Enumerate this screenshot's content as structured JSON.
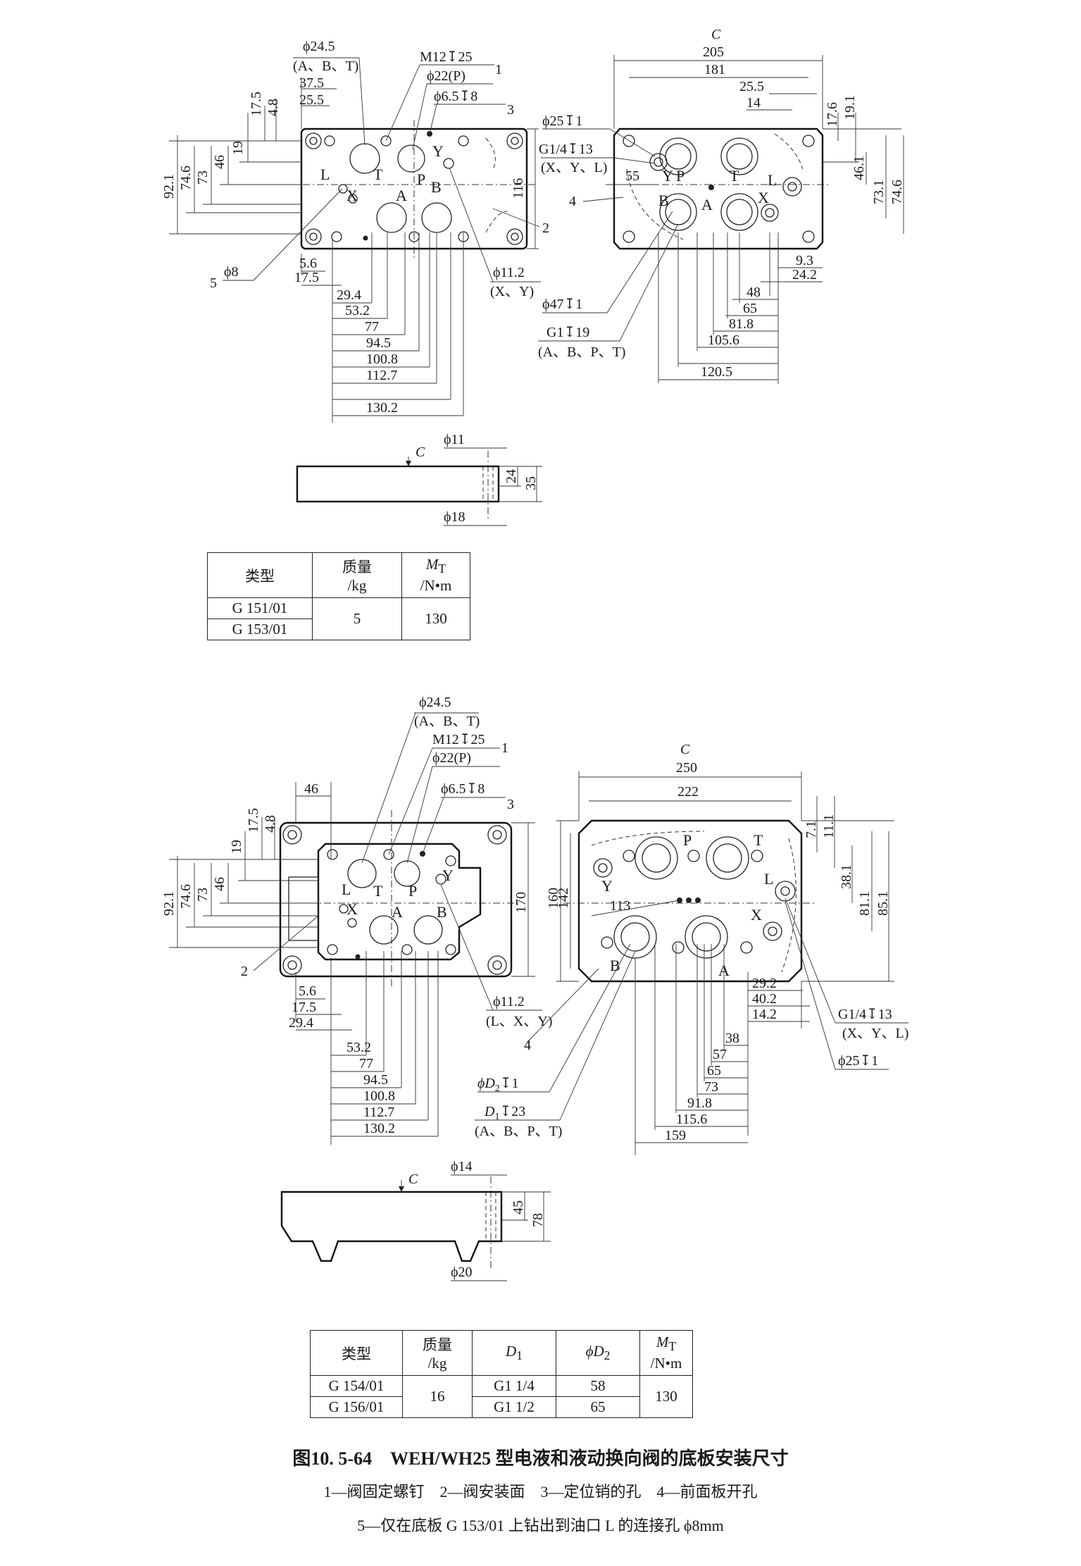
{
  "figure": {
    "caption": "图10. 5-64　WEH/WH25 型电液和液动换向阀的底板安装尺寸",
    "legend_line1": "1—阀固定螺钉　2—阀安装面　3—定位销的孔　4—前面板开孔",
    "legend_line2": "5—仅在底板 G 153/01 上钻出到油口 L 的连接孔 ϕ8mm"
  },
  "top": {
    "callouts": {
      "d245": "ϕ24.5",
      "abt": "(A、B、T)",
      "m12": "M12↧25",
      "d22p": "ϕ22(P)",
      "d65": "ϕ6.5↧8",
      "n1": "1",
      "n3": "3",
      "n2": "2",
      "n5": "5",
      "d8": "ϕ8",
      "d112": "ϕ11.2",
      "xy": "(X、Y)",
      "d25": "ϕ25↧1",
      "g14": "G1/4↧13",
      "xyl": "(X、Y、L)",
      "n4": "4",
      "d47": "ϕ47↧1",
      "g1": "G1↧19",
      "abpt": "(A、B、P、T)"
    },
    "ports": {
      "T": "T",
      "P": "P",
      "Y": "Y",
      "L": "L",
      "X": "X",
      "A": "A",
      "B": "B"
    },
    "dims_left": [
      "37.5",
      "25.5",
      "17.5",
      "4.8",
      "19",
      "46",
      "73",
      "74.6",
      "92.1",
      "116"
    ],
    "dims_bottom_left": [
      "5.6",
      "17.5",
      "29.4",
      "53.2",
      "77",
      "94.5",
      "100.8",
      "112.7",
      "130.2"
    ],
    "dims_right_top": [
      "C",
      "205",
      "181",
      "25.5",
      "14",
      "17.6",
      "19.1"
    ],
    "dims_right_side": [
      "46.1",
      "73.1",
      "74.6",
      "55"
    ],
    "dims_bottom_right": [
      "9.3",
      "24.2",
      "48",
      "65",
      "81.8",
      "105.6",
      "120.5"
    ],
    "side": {
      "c": "C",
      "d11": "ϕ11",
      "d18": "ϕ18",
      "h24": "24",
      "h35": "35"
    },
    "table": {
      "h_type": "类型",
      "h_mass1": "质量",
      "h_mass2": "/kg",
      "h_mt1": "M",
      "h_mt_sub": "T",
      "h_mt2": "/N•m",
      "rows": [
        {
          "type": "G 151/01"
        },
        {
          "type": "G 153/01"
        }
      ],
      "mass": "5",
      "mt": "130"
    }
  },
  "bottom": {
    "callouts": {
      "d245": "ϕ24.5",
      "abt": "(A、B、T)",
      "m12": "M12↧25",
      "n1": "1",
      "d22p": "ϕ22(P)",
      "d65": "ϕ6.5↧8",
      "n3": "3",
      "n2": "2",
      "n4": "4",
      "d112": "ϕ11.2",
      "lxy": "(L、X、Y)",
      "dd2": "ϕD",
      "dd2_sub": "2",
      "dd2_tail": "↧1",
      "d1": "D",
      "d1_sub": "1",
      "d1_tail": "↧23",
      "abpt": "(A、B、P、T)",
      "g14": "G1/4↧13",
      "xyl": "(X、Y、L)",
      "d25": "ϕ25↧1"
    },
    "ports": {
      "T": "T",
      "P": "P",
      "Y": "Y",
      "L": "L",
      "X": "X",
      "A": "A",
      "B": "B"
    },
    "dims_left": [
      "46",
      "17.5",
      "4.8",
      "19",
      "46",
      "73",
      "74.6",
      "92.1",
      "170"
    ],
    "dims_bottom_left": [
      "5.6",
      "17.5",
      "29.4",
      "53.2",
      "77",
      "94.5",
      "100.8",
      "112.7",
      "130.2"
    ],
    "dims_right_top": [
      "C",
      "250",
      "222",
      "7.1",
      "11.1",
      "38.1",
      "81.1",
      "85.1",
      "160",
      "142",
      "113"
    ],
    "dims_bottom_right": [
      "29.2",
      "40.2",
      "14.2",
      "38",
      "57",
      "65",
      "73",
      "91.8",
      "115.6",
      "159"
    ],
    "side": {
      "c": "C",
      "d14": "ϕ14",
      "d20": "ϕ20",
      "h45": "45",
      "h78": "78"
    },
    "table": {
      "h_type": "类型",
      "h_mass1": "质量",
      "h_mass2": "/kg",
      "h_d1": "D",
      "h_d1_sub": "1",
      "h_d2": "ϕD",
      "h_d2_sub": "2",
      "h_mt1": "M",
      "h_mt_sub": "T",
      "h_mt2": "/N•m",
      "rows": [
        {
          "type": "G 154/01",
          "d1": "G1 1/4",
          "d2": "58"
        },
        {
          "type": "G 156/01",
          "d1": "G1 1/2",
          "d2": "65"
        }
      ],
      "mass": "16",
      "mt": "130"
    }
  }
}
